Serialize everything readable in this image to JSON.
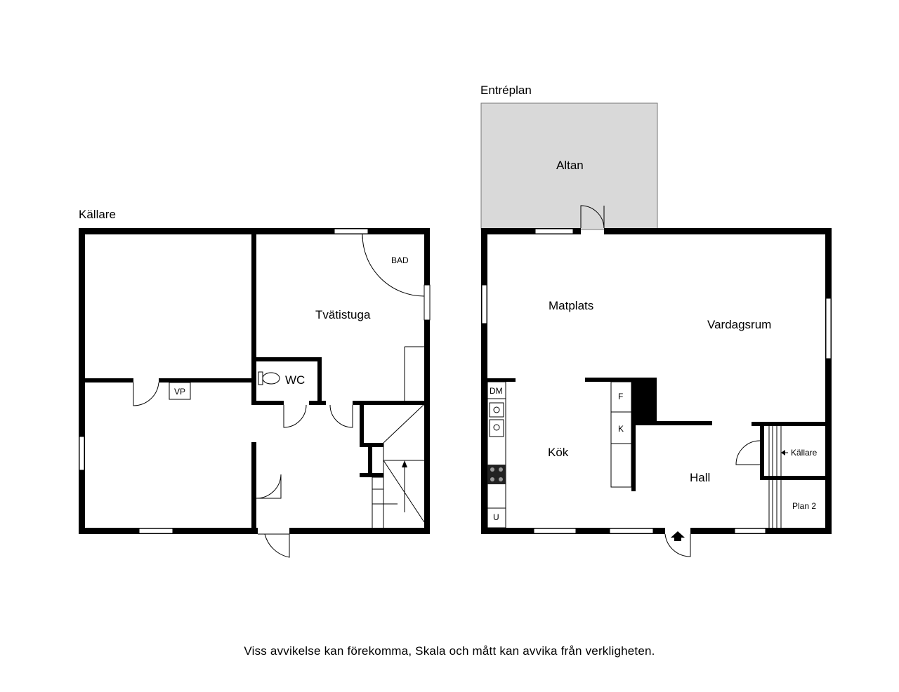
{
  "basement": {
    "title": "Källare",
    "rooms": {
      "laundry": "Tvätistuga",
      "bathroom": "BAD",
      "toilet": "WC",
      "heat_pump": "VP"
    }
  },
  "entry_floor": {
    "title": "Entréplan",
    "rooms": {
      "deck": "Altan",
      "dining": "Matplats",
      "living": "Vardagsrum",
      "kitchen": "Kök",
      "hall": "Hall",
      "basement_stairs": "Källare",
      "upper_stairs": "Plan 2",
      "dishwasher": "DM",
      "freezer": "F",
      "fridge": "K",
      "utility": "U"
    }
  },
  "disclaimer": "Viss avvikelse kan förekomma, Skala och mått kan avvika från verkligheten.",
  "colors": {
    "walls": "#000000",
    "deck_fill": "#d9d9d9",
    "background": "#ffffff"
  }
}
